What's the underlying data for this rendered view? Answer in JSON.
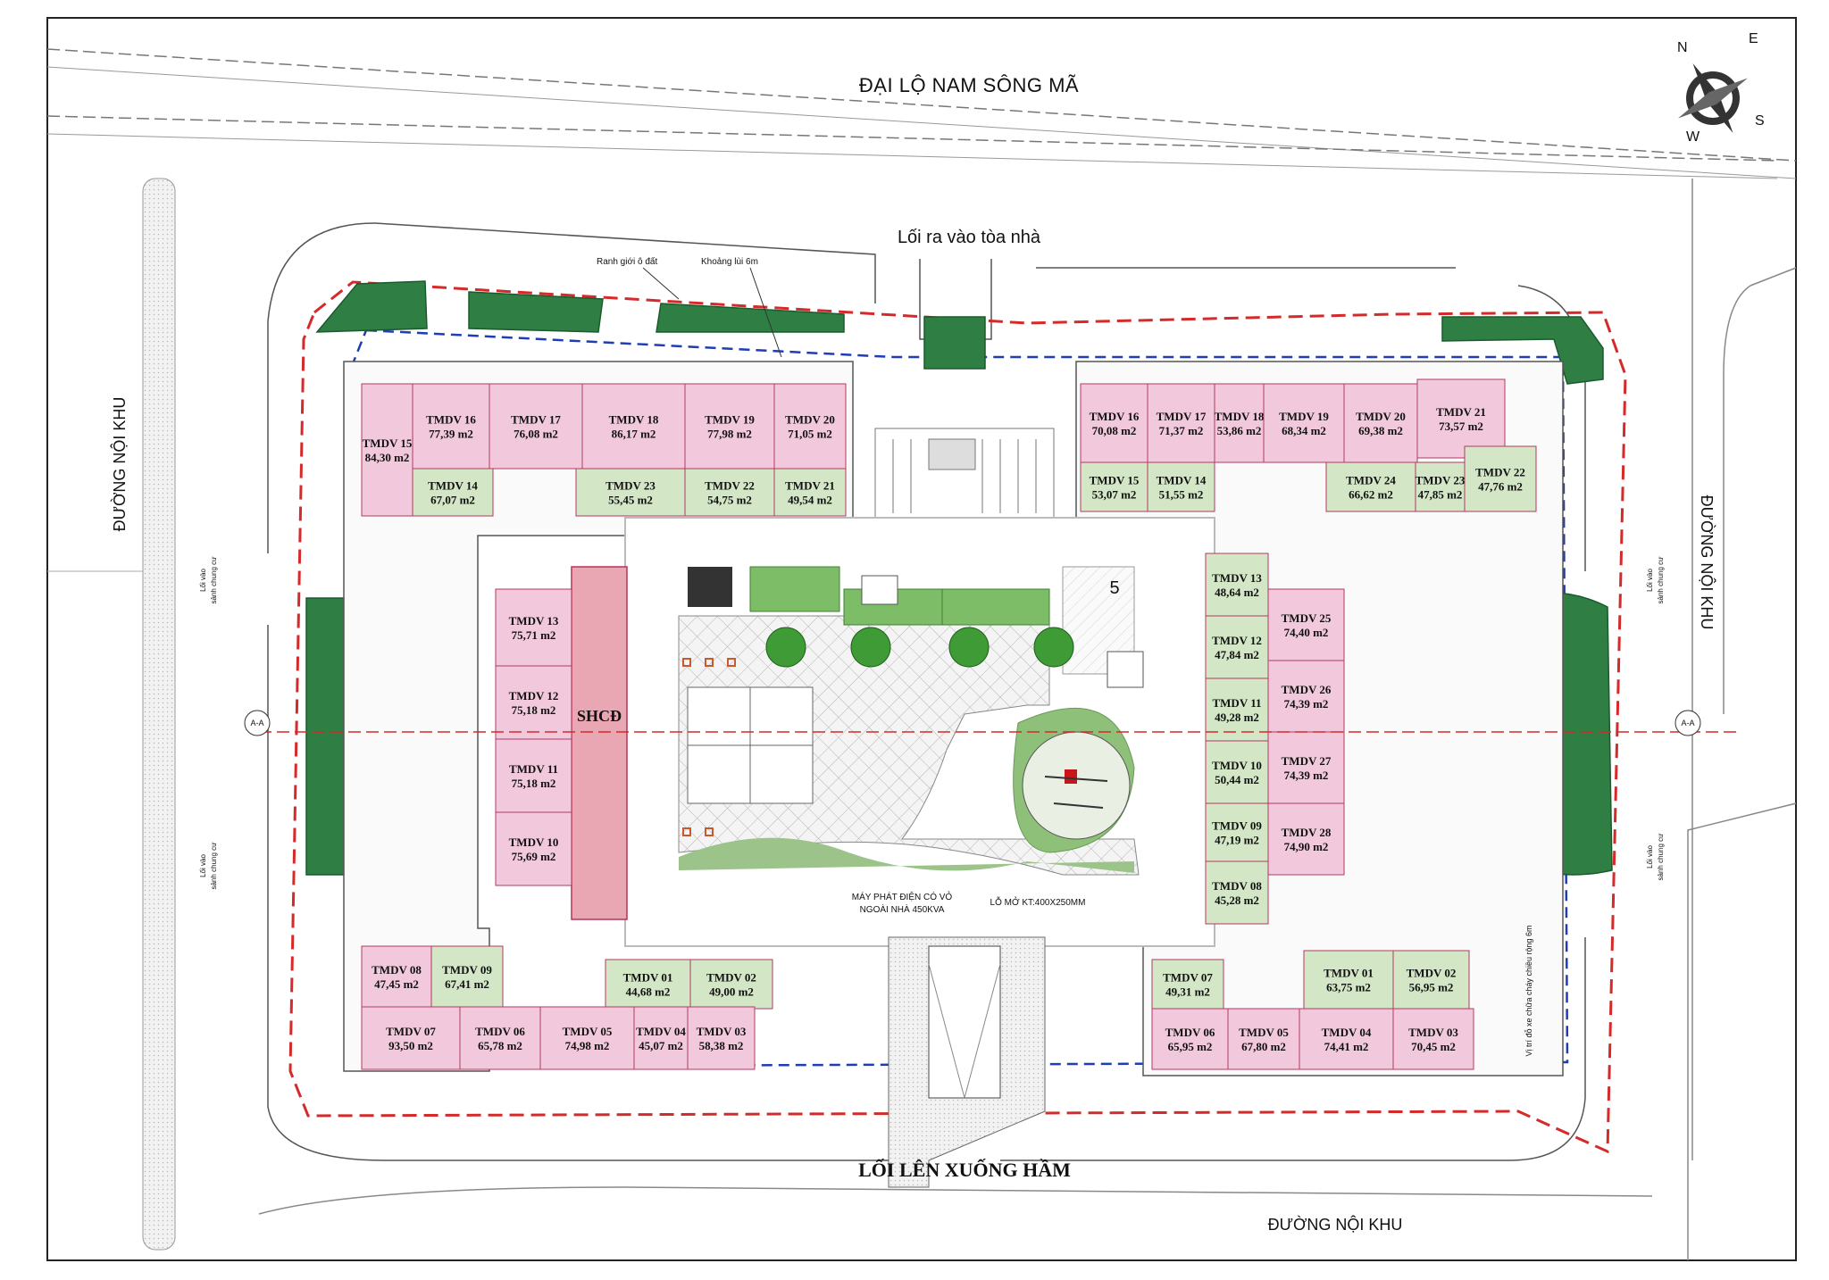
{
  "roads": {
    "north": "ĐẠI LỘ NAM SÔNG MÃ",
    "west": "ĐƯỜNG NỘI KHU",
    "east": "ĐƯỜNG NỘI KHU",
    "south": "ĐƯỜNG NỘI KHU"
  },
  "labels": {
    "entrance": "Lối ra vào tòa nhà",
    "basement_ramp": "LỐI LÊN XUỐNG HẦM",
    "boundary": "Ranh giới ô đất",
    "setback": "Khoảng lùi 6m",
    "generator_line1": "MÁY PHÁT ĐIỆN CÓ VỎ",
    "generator_line2": "NGOÀI NHÀ 450KVA",
    "opening": "LỖ MỞ KT:400X250MM",
    "shcd": "SHCĐ",
    "lobby_w1_a": "Lối vào",
    "lobby_w1_b": "sảnh chung cư",
    "lobby_w2_a": "Lối vào",
    "lobby_w2_b": "sảnh chung cư",
    "lobby_e1_a": "Lối vào",
    "lobby_e1_b": "sảnh chung cư",
    "lobby_e2_a": "Lối vào",
    "lobby_e2_b": "sảnh chung cư",
    "section_mark": "A-A",
    "area_number": "5",
    "fire_lane": "Vị trí đỗ xe chữa cháy chiều rộng 6m"
  },
  "compass": {
    "n": "N",
    "e": "E",
    "s": "S",
    "w": "W"
  },
  "colors": {
    "commercial": "#f2c9dc",
    "service": "#d3e6c6",
    "green": "#2f7f45",
    "boundary": "#d42a2a",
    "setback": "#1f3db5"
  },
  "units": [
    {
      "name": "TMDV 15",
      "area": "84,30 m2",
      "type": "commercial"
    },
    {
      "name": "TMDV 16",
      "area": "77,39 m2",
      "type": "commercial"
    },
    {
      "name": "TMDV 17",
      "area": "76,08 m2",
      "type": "commercial"
    },
    {
      "name": "TMDV 18",
      "area": "86,17 m2",
      "type": "commercial"
    },
    {
      "name": "TMDV 19",
      "area": "77,98 m2",
      "type": "commercial"
    },
    {
      "name": "TMDV 20",
      "area": "71,05 m2",
      "type": "commercial"
    },
    {
      "name": "TMDV 14",
      "area": "67,07 m2",
      "type": "service"
    },
    {
      "name": "TMDV 23",
      "area": "55,45 m2",
      "type": "service"
    },
    {
      "name": "TMDV 22",
      "area": "54,75 m2",
      "type": "service"
    },
    {
      "name": "TMDV 21",
      "area": "49,54 m2",
      "type": "service"
    },
    {
      "name": "TMDV 13",
      "area": "75,71 m2",
      "type": "commercial"
    },
    {
      "name": "TMDV 12",
      "area": "75,18 m2",
      "type": "commercial"
    },
    {
      "name": "TMDV 11",
      "area": "75,18 m2",
      "type": "commercial"
    },
    {
      "name": "TMDV 10",
      "area": "75,69 m2",
      "type": "commercial"
    },
    {
      "name": "TMDV 08",
      "area": "47,45 m2",
      "type": "commercial"
    },
    {
      "name": "TMDV 09",
      "area": "67,41 m2",
      "type": "service"
    },
    {
      "name": "TMDV 01",
      "area": "44,68 m2",
      "type": "service"
    },
    {
      "name": "TMDV 02",
      "area": "49,00 m2",
      "type": "service"
    },
    {
      "name": "TMDV 07",
      "area": "93,50 m2",
      "type": "commercial"
    },
    {
      "name": "TMDV 06",
      "area": "65,78 m2",
      "type": "commercial"
    },
    {
      "name": "TMDV 05",
      "area": "74,98 m2",
      "type": "commercial"
    },
    {
      "name": "TMDV 04",
      "area": "45,07 m2",
      "type": "commercial"
    },
    {
      "name": "TMDV 03",
      "area": "58,38 m2",
      "type": "commercial"
    },
    {
      "name": "TMDV 16",
      "area": "70,08 m2",
      "type": "commercial"
    },
    {
      "name": "TMDV 17",
      "area": "71,37 m2",
      "type": "commercial"
    },
    {
      "name": "TMDV 18",
      "area": "53,86 m2",
      "type": "commercial"
    },
    {
      "name": "TMDV 19",
      "area": "68,34 m2",
      "type": "commercial"
    },
    {
      "name": "TMDV 20",
      "area": "69,38 m2",
      "type": "commercial"
    },
    {
      "name": "TMDV 21",
      "area": "73,57 m2",
      "type": "commercial"
    },
    {
      "name": "TMDV 15",
      "area": "53,07 m2",
      "type": "service"
    },
    {
      "name": "TMDV 14",
      "area": "51,55 m2",
      "type": "service"
    },
    {
      "name": "TMDV 24",
      "area": "66,62 m2",
      "type": "service"
    },
    {
      "name": "TMDV 23",
      "area": "47,85 m2",
      "type": "service"
    },
    {
      "name": "TMDV 22",
      "area": "47,76 m2",
      "type": "service"
    },
    {
      "name": "TMDV 13",
      "area": "48,64 m2",
      "type": "service"
    },
    {
      "name": "TMDV 12",
      "area": "47,84 m2",
      "type": "service"
    },
    {
      "name": "TMDV 11",
      "area": "49,28 m2",
      "type": "service"
    },
    {
      "name": "TMDV 10",
      "area": "50,44 m2",
      "type": "service"
    },
    {
      "name": "TMDV 09",
      "area": "47,19 m2",
      "type": "service"
    },
    {
      "name": "TMDV 08",
      "area": "45,28 m2",
      "type": "service"
    },
    {
      "name": "TMDV 25",
      "area": "74,40 m2",
      "type": "commercial"
    },
    {
      "name": "TMDV 26",
      "area": "74,39 m2",
      "type": "commercial"
    },
    {
      "name": "TMDV 27",
      "area": "74,39 m2",
      "type": "commercial"
    },
    {
      "name": "TMDV 28",
      "area": "74,90 m2",
      "type": "commercial"
    },
    {
      "name": "TMDV 07",
      "area": "49,31 m2",
      "type": "service"
    },
    {
      "name": "TMDV 01",
      "area": "63,75 m2",
      "type": "service"
    },
    {
      "name": "TMDV 02",
      "area": "56,95 m2",
      "type": "service"
    },
    {
      "name": "TMDV 06",
      "area": "65,95 m2",
      "type": "commercial"
    },
    {
      "name": "TMDV 05",
      "area": "67,80 m2",
      "type": "commercial"
    },
    {
      "name": "TMDV 04",
      "area": "74,41 m2",
      "type": "commercial"
    },
    {
      "name": "TMDV 03",
      "area": "70,45 m2",
      "type": "commercial"
    }
  ]
}
